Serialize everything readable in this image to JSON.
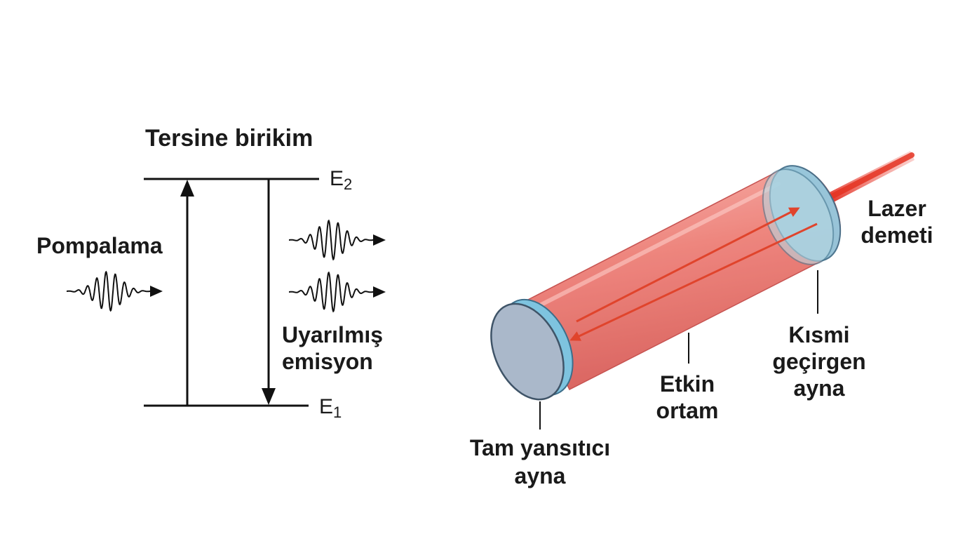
{
  "energy_diagram": {
    "title": "Tersine birikim",
    "upper_level": {
      "letter": "E",
      "index": "2"
    },
    "lower_level": {
      "letter": "E",
      "index": "1"
    },
    "pump_label": "Pompalama",
    "emission_label_line1": "Uyarılmış",
    "emission_label_line2": "emisyon"
  },
  "laser": {
    "beam_label_line1": "Lazer",
    "beam_label_line2": "demeti",
    "partial_mirror_line1": "Kısmi",
    "partial_mirror_line2": "geçirgen",
    "partial_mirror_line3": "ayna",
    "medium_line1": "Etkin",
    "medium_line2": "ortam",
    "full_mirror_line1": "Tam yansıtıcı",
    "full_mirror_line2": "ayna"
  },
  "colors": {
    "line": "#111111",
    "tube": "#ee7777",
    "mirror": "#a9b7c9",
    "mirror_edge": "#7ec3df",
    "beam": "#e53322",
    "arrow": "#e0442c"
  }
}
